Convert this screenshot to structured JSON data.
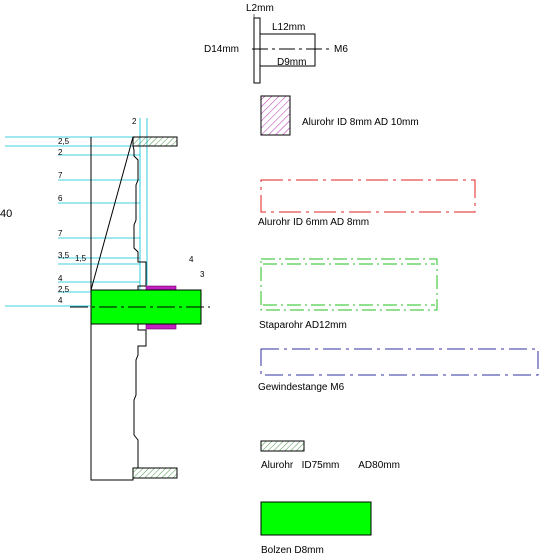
{
  "part_detail": {
    "l2": "L2mm",
    "l12": "L12mm",
    "d14": "D14mm",
    "d9": "D9mm",
    "m6": "M6"
  },
  "left_dims": {
    "big_number": "40",
    "labels": [
      "2,5",
      "2",
      "7",
      "6",
      "7",
      "3,5",
      "1,5",
      "4",
      "2,5",
      "4",
      "2",
      "4",
      "3"
    ]
  },
  "legend": [
    {
      "id": "alu10",
      "label": "Alurohr ID 8mm  AD 10mm",
      "color": "#a020a0"
    },
    {
      "id": "alu8",
      "label": "Alurohr ID 6mm  AD 8mm",
      "color": "#e02020"
    },
    {
      "id": "stapa",
      "label": "Staparohr AD12mm",
      "color": "#20c020"
    },
    {
      "id": "gewinde",
      "label": "Gewindestange M6",
      "color": "#3030a0"
    },
    {
      "id": "alu80",
      "label": "Alurohr   ID75mm       AD80mm",
      "color": "#208020"
    },
    {
      "id": "bolzen",
      "label": "Bolzen D8mm",
      "color": "#00ff00"
    }
  ]
}
